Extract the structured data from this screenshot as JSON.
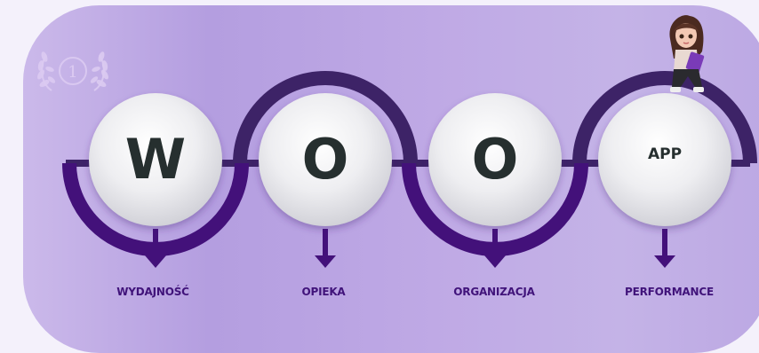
{
  "steps": [
    {
      "letter": "W",
      "label": "WYDAJNOŚĆ"
    },
    {
      "letter": "O",
      "label": "OPIEKA"
    },
    {
      "letter": "O",
      "label": "ORGANIZACJA"
    },
    {
      "letter": "APP",
      "label": "PERFORMANCE"
    }
  ],
  "badge": {
    "icon": "laurel-medal-icon",
    "number": "1"
  },
  "avatar": {
    "icon": "girl-with-tablet-icon"
  },
  "colors": {
    "arc_dark": "#3d2367",
    "arc_purple": "#43117a",
    "arrow": "#43117a",
    "label": "#40137a",
    "letter": "#262f2f",
    "circle_light": "#f2f2f4",
    "card_left": "#cbb9ea",
    "card_right": "#bca8e3"
  }
}
